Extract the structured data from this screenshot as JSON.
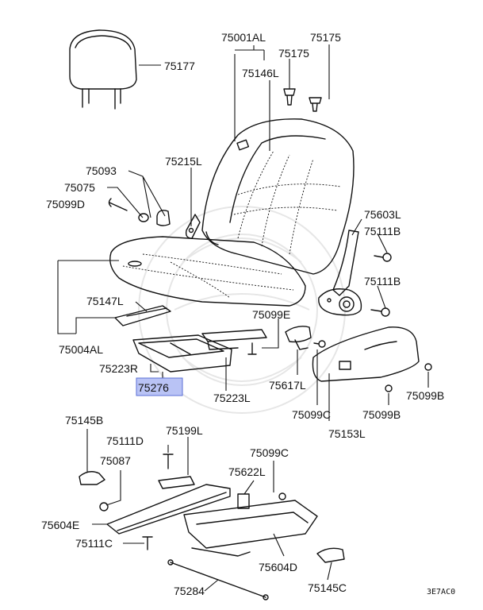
{
  "diagram": {
    "highlighted_part": "75276",
    "parts": [
      {
        "id": "75177",
        "label": "75177"
      },
      {
        "id": "75001AL",
        "label": "75001AL"
      },
      {
        "id": "75175-a",
        "label": "75175"
      },
      {
        "id": "75175-b",
        "label": "75175"
      },
      {
        "id": "75146L",
        "label": "75146L"
      },
      {
        "id": "75093",
        "label": "75093"
      },
      {
        "id": "75215L",
        "label": "75215L"
      },
      {
        "id": "75075",
        "label": "75075"
      },
      {
        "id": "75099D",
        "label": "75099D"
      },
      {
        "id": "75603L",
        "label": "75603L"
      },
      {
        "id": "75111B-a",
        "label": "75111B"
      },
      {
        "id": "75111B-b",
        "label": "75111B"
      },
      {
        "id": "75147L",
        "label": "75147L"
      },
      {
        "id": "75099E",
        "label": "75099E"
      },
      {
        "id": "75004AL",
        "label": "75004AL"
      },
      {
        "id": "75223R",
        "label": "75223R"
      },
      {
        "id": "75617L",
        "label": "75617L"
      },
      {
        "id": "75276",
        "label": "75276"
      },
      {
        "id": "75223L",
        "label": "75223L"
      },
      {
        "id": "75099B-a",
        "label": "75099B"
      },
      {
        "id": "75099C-a",
        "label": "75099C"
      },
      {
        "id": "75099B-b",
        "label": "75099B"
      },
      {
        "id": "75153L",
        "label": "75153L"
      },
      {
        "id": "75145B",
        "label": "75145B"
      },
      {
        "id": "75199L",
        "label": "75199L"
      },
      {
        "id": "75111D",
        "label": "75111D"
      },
      {
        "id": "75099C-b",
        "label": "75099C"
      },
      {
        "id": "75087",
        "label": "75087"
      },
      {
        "id": "75622L",
        "label": "75622L"
      },
      {
        "id": "75604E",
        "label": "75604E"
      },
      {
        "id": "75111C",
        "label": "75111C"
      },
      {
        "id": "75604D",
        "label": "75604D"
      },
      {
        "id": "75284",
        "label": "75284"
      },
      {
        "id": "75145C",
        "label": "75145C"
      }
    ],
    "footer_code": "3E7AC0"
  }
}
